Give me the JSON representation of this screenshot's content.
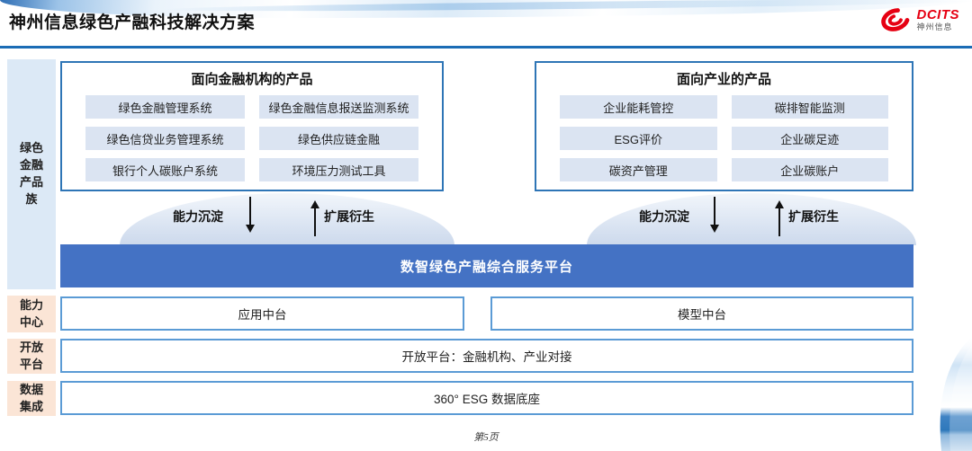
{
  "header": {
    "title": "神州信息绿色产融科技解决方案",
    "logo": {
      "brand": "DCITS",
      "brand_cn": "神州信息"
    }
  },
  "sidebar": {
    "product_family": "绿色金融产品族",
    "capability_center": "能力中心",
    "open_platform": "开放平台",
    "data_integration": "数据集成"
  },
  "product_groups": [
    {
      "title": "面向金融机构的产品",
      "items": [
        "绿色金融管理系统",
        "绿色金融信息报送监测系统",
        "绿色信贷业务管理系统",
        "绿色供应链金融",
        "银行个人碳账户系统",
        "环境压力测试工具"
      ]
    },
    {
      "title": "面向产业的产品",
      "items": [
        "企业能耗管控",
        "碳排智能监测",
        "ESG评价",
        "企业碳足迹",
        "碳资产管理",
        "企业碳账户"
      ]
    }
  ],
  "flow_labels": {
    "down": "能力沉淀",
    "up": "扩展衍生"
  },
  "platform_banner": "数智绿色产融综合服务平台",
  "middle_rows": {
    "app": "应用中台",
    "model": "模型中台"
  },
  "open_platform_row": "开放平台：金融机构、产业对接",
  "data_base_row": "360° ESG 数据底座",
  "footer": {
    "page": "第5页"
  },
  "colors": {
    "header_line": "#1b6cb5",
    "banner_blue": "#4472c4",
    "group_border": "#2e75b6",
    "row_border": "#5b9bd5",
    "item_fill": "#dbe4f2",
    "sidebar_blue": "#dce9f6",
    "sidebar_peach": "#fbe5d6",
    "logo_red": "#e60012"
  }
}
